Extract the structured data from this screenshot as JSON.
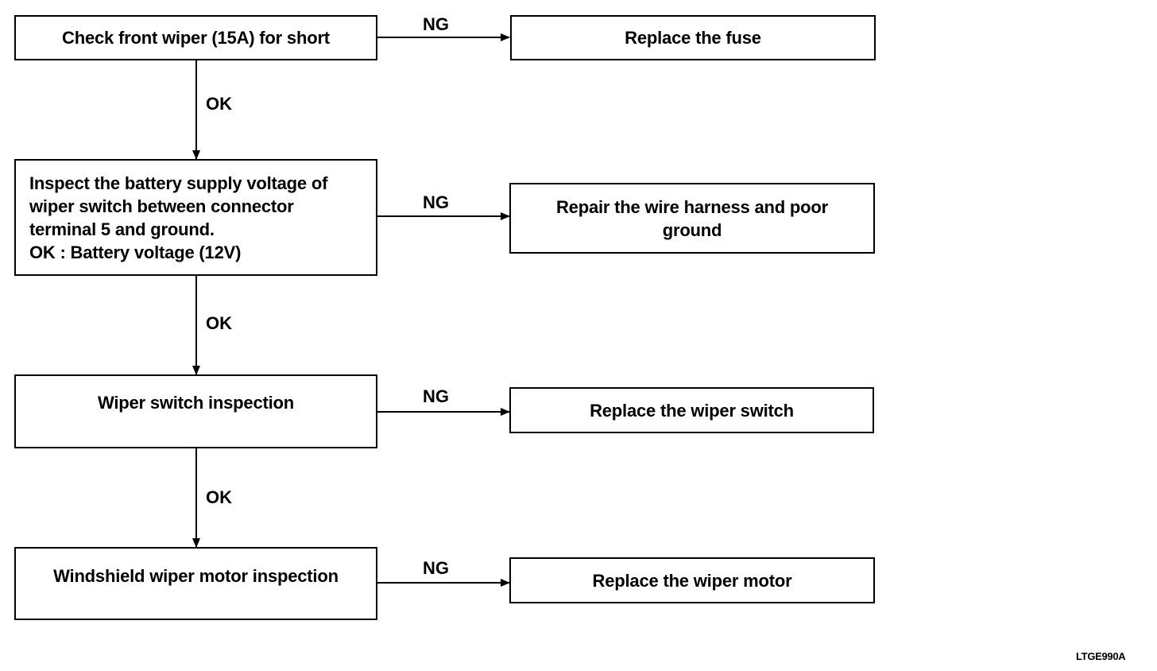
{
  "steps": [
    {
      "check_lines": [
        "Check front wiper (15A) for short"
      ],
      "result_ok": "OK",
      "result_ng": "NG",
      "action_lines": [
        "Replace the fuse"
      ]
    },
    {
      "check_lines": [
        "Inspect the battery supply voltage of",
        "wiper switch between connector",
        "terminal 5 and ground.",
        "OK : Battery voltage (12V)"
      ],
      "result_ok": "OK",
      "result_ng": "NG",
      "action_lines": [
        "Repair the wire harness and poor",
        "ground"
      ]
    },
    {
      "check_lines": [
        "Wiper switch inspection"
      ],
      "result_ok": "OK",
      "result_ng": "NG",
      "action_lines": [
        "Replace the wiper switch"
      ]
    },
    {
      "check_lines": [
        "Windshield wiper motor inspection"
      ],
      "result_ng": "NG",
      "action_lines": [
        "Replace the wiper motor"
      ]
    }
  ],
  "figure_id": "LTGE990A"
}
